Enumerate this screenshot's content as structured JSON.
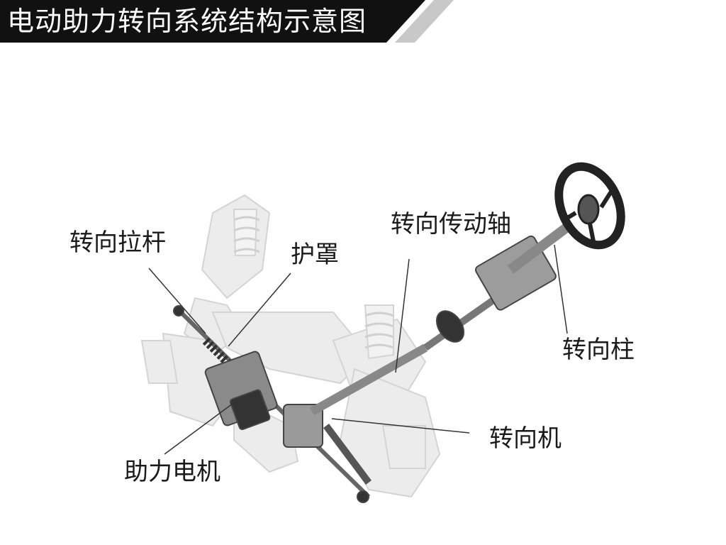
{
  "title": "电动助力转向系统结构示意图",
  "labels": {
    "tie_rod": "转向拉杆",
    "boot": "护罩",
    "steering_shaft": "转向传动轴",
    "steering_column": "转向柱",
    "steering_gear": "转向机",
    "assist_motor": "助力电机"
  },
  "colors": {
    "title_bg": "#111111",
    "stripe": "#c8c8c8",
    "leader": "#333333",
    "ghost": "#e6e6e6",
    "part": "#555555"
  }
}
